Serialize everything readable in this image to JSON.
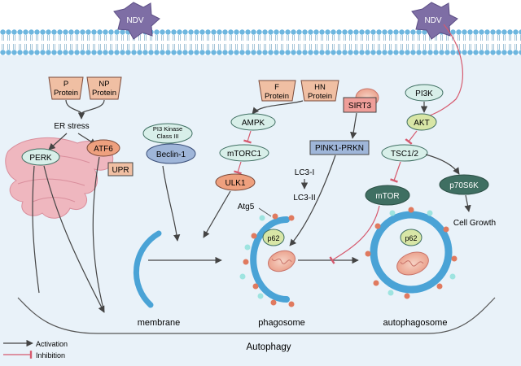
{
  "virus": {
    "label": "NDV"
  },
  "viral_proteins": {
    "p_protein": [
      "P",
      "Protein"
    ],
    "np_protein": [
      "NP",
      "Protein"
    ],
    "f_protein": [
      "F",
      "Protein"
    ],
    "hn_protein": [
      "HN",
      "Protein"
    ]
  },
  "nodes": {
    "er_stress": "ER stress",
    "perk": "PERK",
    "atf6": "ATF6",
    "upr": "UPR",
    "pi3k_class3": [
      "PI3 Kinase",
      "Class III"
    ],
    "beclin1": "Beclin-1",
    "ampk": "AMPK",
    "mtorc1": "mTORC1",
    "ulk1": "ULK1",
    "lc3_1": "LC3-I",
    "lc3_2": "LC3-II",
    "atg5": "Atg5",
    "p62_phago": "p62",
    "p62_auto": "p62",
    "sirt3": "SIRT3",
    "pink1_prkn": "PINK1-PRKN",
    "pi3k": "PI3K",
    "akt": "AKT",
    "tsc12": "TSC1/2",
    "mtor": "mTOR",
    "p70s6k": "p70S6K",
    "cell_growth": "Cell Growth"
  },
  "stages": {
    "membrane": "membrane",
    "phagosome": "phagosome",
    "autophagosome": "autophagosome",
    "autophagy": "Autophagy"
  },
  "legend": {
    "activation": "Activation",
    "inhibition": "Inhibition"
  },
  "colors": {
    "viral_protein_fill": "#f0bfa3",
    "signal_fill": "#d8efe9",
    "blue_fill": "#9fb6d9",
    "orange_fill": "#eea07e",
    "green_fill": "#d8e6a6",
    "sirt3_fill": "#ef9e99",
    "teal_fill": "#3f6f62",
    "cell_bg": "#e9f2f9",
    "membrane_blue": "#4aa3d6",
    "er_pink": "#efb7bf",
    "activation_line": "#444444",
    "inhibition_line": "#d65a6e"
  }
}
